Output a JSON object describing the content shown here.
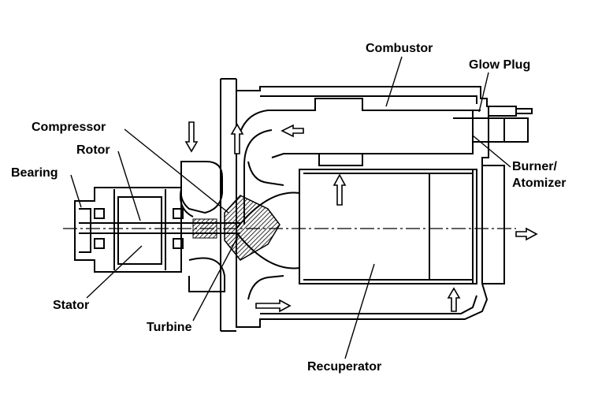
{
  "labels": {
    "combustor": "Combustor",
    "glow_plug": "Glow Plug",
    "compressor": "Compressor",
    "rotor": "Rotor",
    "bearing": "Bearing",
    "burner_line1": "Burner/",
    "burner_line2": "Atomizer",
    "stator": "Stator",
    "turbine": "Turbine",
    "recuperator": "Recuperator"
  }
}
